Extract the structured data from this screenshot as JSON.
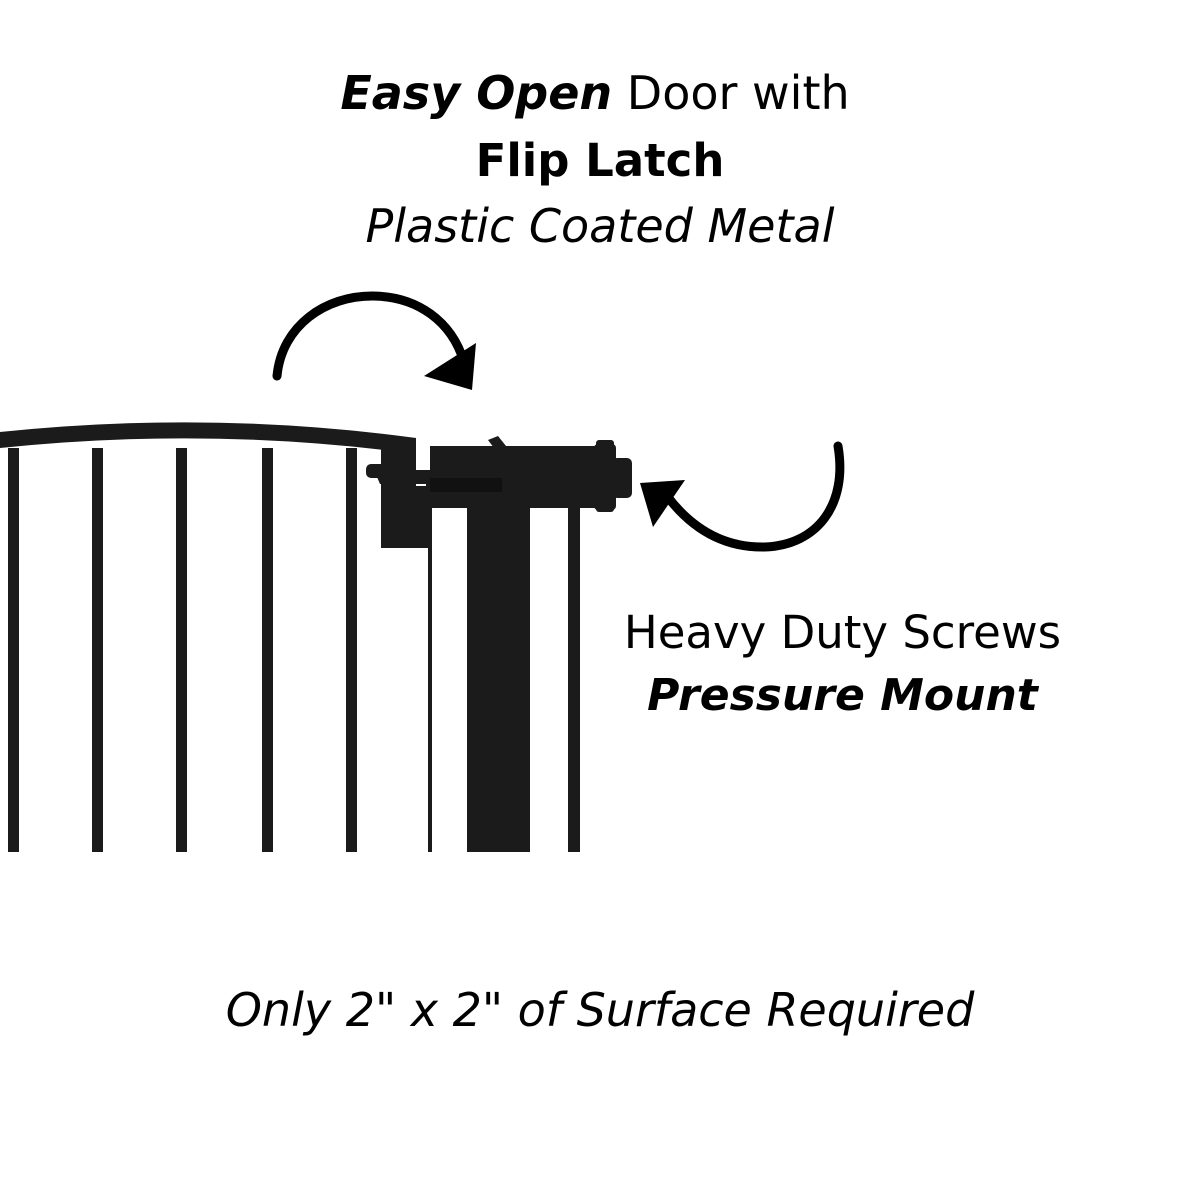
{
  "callout_top": {
    "emphasis": "Easy Open",
    "rest": " Door with",
    "line2": "Flip Latch",
    "line3": "Plastic Coated Metal"
  },
  "callout_right": {
    "line1": "Heavy Duty Screws",
    "line2": "Pressure Mount"
  },
  "footer": {
    "text": "Only 2\" x 2\" of Surface Required"
  },
  "colors": {
    "gate": "#1b1b1b",
    "arrow": "#000000",
    "background": "#ffffff"
  }
}
